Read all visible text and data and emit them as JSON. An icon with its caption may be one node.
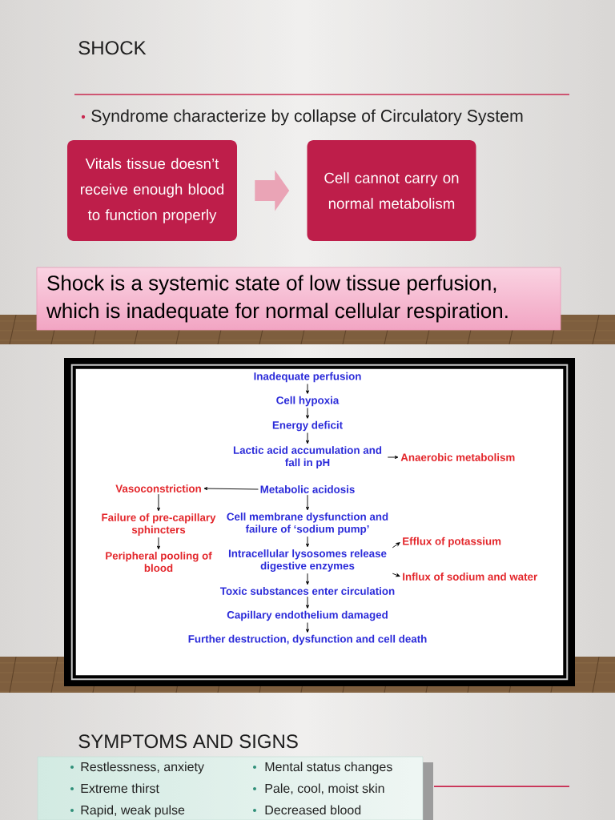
{
  "diagram": {
    "title": "SHOCK",
    "nodes": [
      {
        "text": [
          "Vitals tissue doesn’t receive enough blood to function properly"
        ]
      },
      {
        "text": [
          "Cell cannot carry on normal metabolism"
        ]
      },
      {
        "text": [
          "Shock is a systemic state of low tissue perfusion, which is inadequate for normal cellular respiration."
        ]
      },
      {
        "text": [],
        "shape": "box"
      },
      {
        "text": [
          "Inadequate perfusion"
        ],
        "in": 3
      },
      {
        "text": [
          "Cell hypoxia"
        ],
        "in": 3
      },
      {
        "text": [
          "Energy deficit"
        ],
        "in": 3
      },
      {
        "text": [
          "Lactic acid accumulation and fall in pH"
        ],
        "in": 3
      },
      {
        "text": [
          "Anaerobic metabolism"
        ],
        "in": 3
      },
      {
        "text": [
          "Vasoconstriction"
        ],
        "in": 3
      },
      {
        "text": [
          "Metabolic acidosis"
        ],
        "in": 3
      },
      {
        "text": [
          "Failure of pre-capillary sphincters"
        ],
        "in": 3
      },
      {
        "text": [
          "Cell membrane dysfunction and failure of ‘sodium pump’"
        ],
        "in": 3
      },
      {
        "text": [
          "Efflux of potassium"
        ],
        "in": 3
      },
      {
        "text": [
          "Peripheral pooling of blood"
        ],
        "in": 3
      },
      {
        "text": [
          "Intracellular lysosomes release digestive enzymes"
        ],
        "in": 3
      },
      {
        "text": [
          "Influx of sodium and water"
        ],
        "in": 3
      },
      {
        "text": [
          "Toxic substances enter circulation"
        ],
        "in": 3
      },
      {
        "text": [
          "Capillary endothelium damaged"
        ],
        "in": 3
      },
      {
        "text": [
          "Further destruction, dysfunction and cell death"
        ],
        "in": 3
      },
      {
        "text": [
          "Restlessness, anxiety",
          "Extreme thirst",
          "Rapid, weak pulse",
          "Mental status changes",
          "Pale, cool, moist skin",
          "Decreased blood"
        ]
      }
    ],
    "edges": [
      {
        "from": 0,
        "to": 1,
        "arrow": "to",
        "style": "thick",
        "color": "#eaa4b6"
      },
      {
        "from": 4,
        "to": 5,
        "arrow": "to"
      },
      {
        "from": 5,
        "to": 6,
        "arrow": "to"
      },
      {
        "from": 6,
        "to": 7,
        "arrow": "to"
      },
      {
        "from": 7,
        "to": 8,
        "arrow": "to"
      },
      {
        "from": 10,
        "to": 9,
        "arrow": "to"
      },
      {
        "from": 9,
        "to": 11,
        "arrow": "to"
      },
      {
        "from": 11,
        "to": 14,
        "arrow": "to"
      },
      {
        "from": 10,
        "to": 12,
        "arrow": "to"
      },
      {
        "from": 12,
        "to": 15,
        "arrow": "to"
      },
      {
        "from": 15,
        "to": 13,
        "arrow": "to"
      },
      {
        "from": 15,
        "to": 16,
        "arrow": "to"
      },
      {
        "from": 15,
        "to": 17,
        "arrow": "to"
      },
      {
        "from": 17,
        "to": 18,
        "arrow": "to"
      },
      {
        "from": 18,
        "to": 19,
        "arrow": "to"
      }
    ],
    "labels": [
      "Syndrome characterize by collapse of Circulatory System",
      "SYMPTOMS AND SIGNS"
    ]
  }
}
